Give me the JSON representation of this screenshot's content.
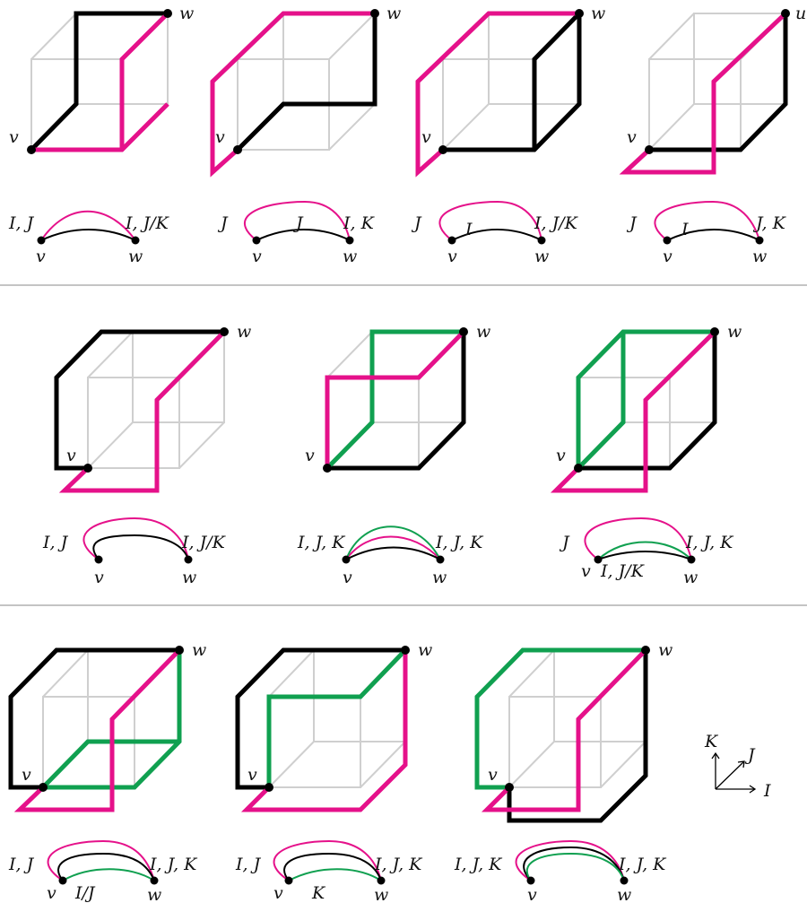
{
  "colors": {
    "black_path": "#000000",
    "magenta_path": "#e5118a",
    "green_path": "#10a050",
    "cube_edges": "#cfcfcf"
  },
  "vertex_labels": {
    "start": "v",
    "end": "w",
    "end_alt": "u"
  },
  "axes": {
    "x": "I",
    "y": "J",
    "z": "K"
  },
  "row1": {
    "d1": {
      "left": "I, J",
      "right": "I, J/K"
    },
    "d2": {
      "left": "J",
      "mid": "J",
      "right": "I, K"
    },
    "d3": {
      "left": "J",
      "mid": "I",
      "right": "I, J/K"
    },
    "d4": {
      "left": "J",
      "mid": "I",
      "right": "J, K"
    }
  },
  "row2": {
    "d1": {
      "left": "I, J",
      "right": "I, J/K"
    },
    "d2": {
      "left": "I, J, K",
      "right": "I, J, K"
    },
    "d3": {
      "left": "J",
      "mid": "I, J/K",
      "right": "I, J, K"
    }
  },
  "row3": {
    "d1": {
      "left": "I, J",
      "mid": "I/J",
      "right": "I, J, K"
    },
    "d2": {
      "left": "I, J",
      "mid": "K",
      "right": "I, J, K"
    },
    "d3": {
      "left": "I, J, K",
      "right": "I, J, K"
    }
  }
}
